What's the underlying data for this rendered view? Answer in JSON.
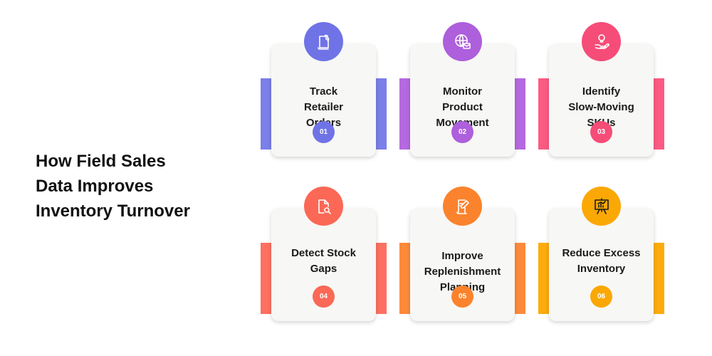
{
  "title": {
    "lines": [
      "How Field Sales",
      "Data Improves",
      "Inventory Turnover"
    ]
  },
  "steps": [
    {
      "number": "01",
      "lines": [
        "Track",
        "Retailer",
        "Orders"
      ],
      "icon": "document-puzzle-icon",
      "band_color": "#7b7fe8",
      "accent_color": "#6f73e6"
    },
    {
      "number": "02",
      "lines": [
        "Monitor",
        "Product",
        "Movement"
      ],
      "icon": "globe-mail-icon",
      "band_color": "#b569e0",
      "accent_color": "#ad5fdc"
    },
    {
      "number": "03",
      "lines": [
        "Identify",
        "Slow-Moving",
        "SKUs"
      ],
      "icon": "hand-lightbulb-icon",
      "band_color": "#fb5b83",
      "accent_color": "#f64c78"
    },
    {
      "number": "04",
      "lines": [
        "Detect Stock",
        "Gaps"
      ],
      "icon": "document-search-icon",
      "band_color": "#fd7061",
      "accent_color": "#fb6856"
    },
    {
      "number": "05",
      "lines": [
        "Improve",
        "Replenishment",
        "Planning"
      ],
      "icon": "document-pen-icon",
      "band_color": "#fd8a3a",
      "accent_color": "#fb832d"
    },
    {
      "number": "06",
      "lines": [
        "Reduce Excess",
        "Inventory"
      ],
      "icon": "presentation-board-icon",
      "band_color": "#fdac0b",
      "accent_color": "#fba805"
    }
  ]
}
